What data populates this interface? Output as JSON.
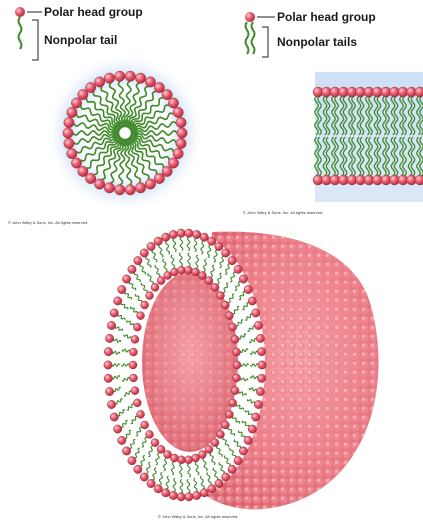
{
  "panel_micelle": {
    "legend": {
      "head_label": "Polar head group",
      "tail_label": "Nonpolar tail"
    },
    "copyright": "© John Wiley & Sons, Inc. All rights reserved."
  },
  "panel_bilayer": {
    "legend": {
      "head_label": "Polar head group",
      "tail_label": "Nonpolar tails"
    },
    "copyright": "© John Wiley & Sons, Inc. All rights reserved."
  },
  "panel_vesicle": {
    "copyright": "© John Wiley & Sons, Inc. All rights reserved."
  },
  "colors": {
    "head": "#e34a5e",
    "tail": "#3f8a2a",
    "water_glow": "#a9c9f2",
    "vesicle_surface": "#f08a92"
  },
  "icons": [
    "polar-head-icon",
    "nonpolar-tail-icon",
    "bracket-icon"
  ]
}
